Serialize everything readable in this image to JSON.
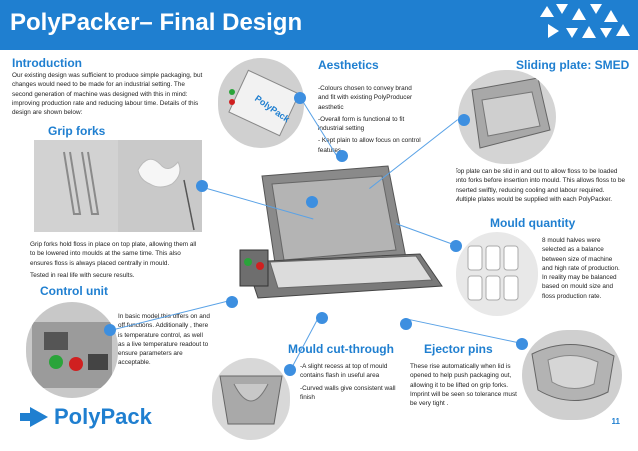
{
  "header": {
    "title": "PolyPacker– Final Design",
    "color": "#1f7fd0"
  },
  "intro": {
    "heading": "Introduction",
    "body": "Our existing design was sufficient to produce simple packaging, but changes would need to be made for an industrial setting. The second generation of machine was designed with this in mind: improving production rate and reducing labour time. Details of this design are shown below:"
  },
  "grip": {
    "heading": "Grip forks",
    "body1": "Grip forks hold floss in place on top plate, allowing them all to be lowered into moulds at the same time. This also ensures floss is always placed centrally in mould.",
    "body2": "Tested in real life with secure results."
  },
  "control": {
    "heading": "Control unit",
    "body": "In basic model this offers on and off functions. Additionally , there is temperature control, as well as a live temperature readout to ensure parameters are acceptable."
  },
  "aesthetics": {
    "heading": "Aesthetics",
    "p1": "-Colours chosen to convey brand and fit with existing PolyProducer aesthetic",
    "p2": "-Overall form is functional to fit industrial setting",
    "p3": "- Kept plain to allow focus on control features"
  },
  "sliding": {
    "heading": "Sliding plate: SMED",
    "body": "Top plate can be slid in and out to allow floss to be loaded onto forks before insertion into mould. This allows floss to be inserted swiftly, reducing cooling and labour required. Multiple plates would be supplied with each PolyPacker."
  },
  "quantity": {
    "heading": "Mould quantity",
    "body": "8 mould halves were selected as a balance between size of machine and high rate of production. In reality may be balanced based on mould size and floss production rate."
  },
  "cutthrough": {
    "heading": "Mould cut-through",
    "p1": "-A slight recess at top of mould contains flash in useful area",
    "p2": "-Curved walls give consistent wall finish"
  },
  "ejector": {
    "heading": "Ejector pins",
    "body": "These rise automatically when lid is opened to help push packaging out, allowing it to be lifted on grip forks. Imprint will be seen so tolerance must be very tight ."
  },
  "render_label": "PolyPack",
  "brand": {
    "name": "PolyPack"
  },
  "page_number": "11"
}
